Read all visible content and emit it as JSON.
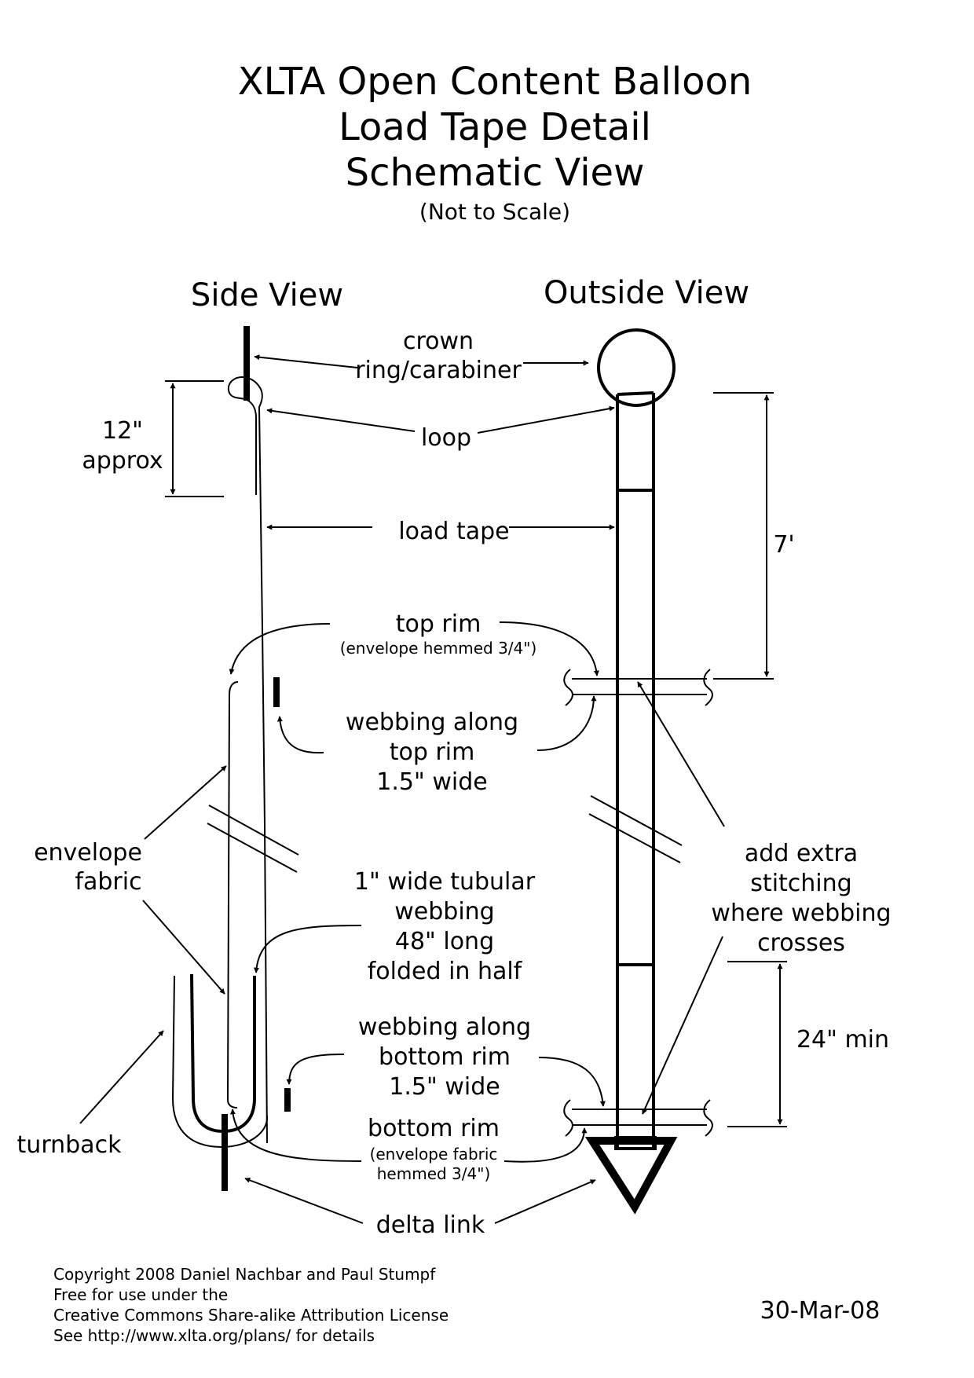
{
  "title": {
    "line1": "XLTA Open Content Balloon",
    "line2": "Load Tape Detail",
    "line3": "Schematic View",
    "note": "(Not to Scale)"
  },
  "views": {
    "side": "Side View",
    "outside": "Outside View"
  },
  "labels": {
    "crown_line1": "crown",
    "crown_line2": "ring/carabiner",
    "twelve_inch": "12\"",
    "approx": "approx",
    "loop": "loop",
    "load_tape": "load tape",
    "seven_ft": "7'",
    "top_rim": "top rim",
    "top_rim_note": "(envelope hemmed 3/4\")",
    "webbing_top_1": "webbing along",
    "webbing_top_2": "top rim",
    "webbing_top_3": "1.5\" wide",
    "envelope_1": "envelope",
    "envelope_2": "fabric",
    "tubular_1": "1\" wide tubular",
    "tubular_2": "webbing",
    "tubular_3": "48\" long",
    "tubular_4": "folded in half",
    "extra_1": "add extra",
    "extra_2": "stitching",
    "extra_3": "where webbing",
    "extra_4": "crosses",
    "webbing_bottom_1": "webbing along",
    "webbing_bottom_2": "bottom rim",
    "webbing_bottom_3": "1.5\" wide",
    "twentyfour_min": "24\" min",
    "turnback": "turnback",
    "bottom_rim": "bottom rim",
    "bottom_rim_note_1": "(envelope fabric",
    "bottom_rim_note_2": "hemmed 3/4\")",
    "delta_link": "delta link"
  },
  "footer": {
    "copy1": "Copyright 2008 Daniel Nachbar and Paul Stumpf",
    "copy2": "Free for use under the",
    "copy3": "Creative Commons Share-alike Attribution License",
    "copy4": "See http://www.xlta.org/plans/ for details",
    "date": "30-Mar-08"
  }
}
